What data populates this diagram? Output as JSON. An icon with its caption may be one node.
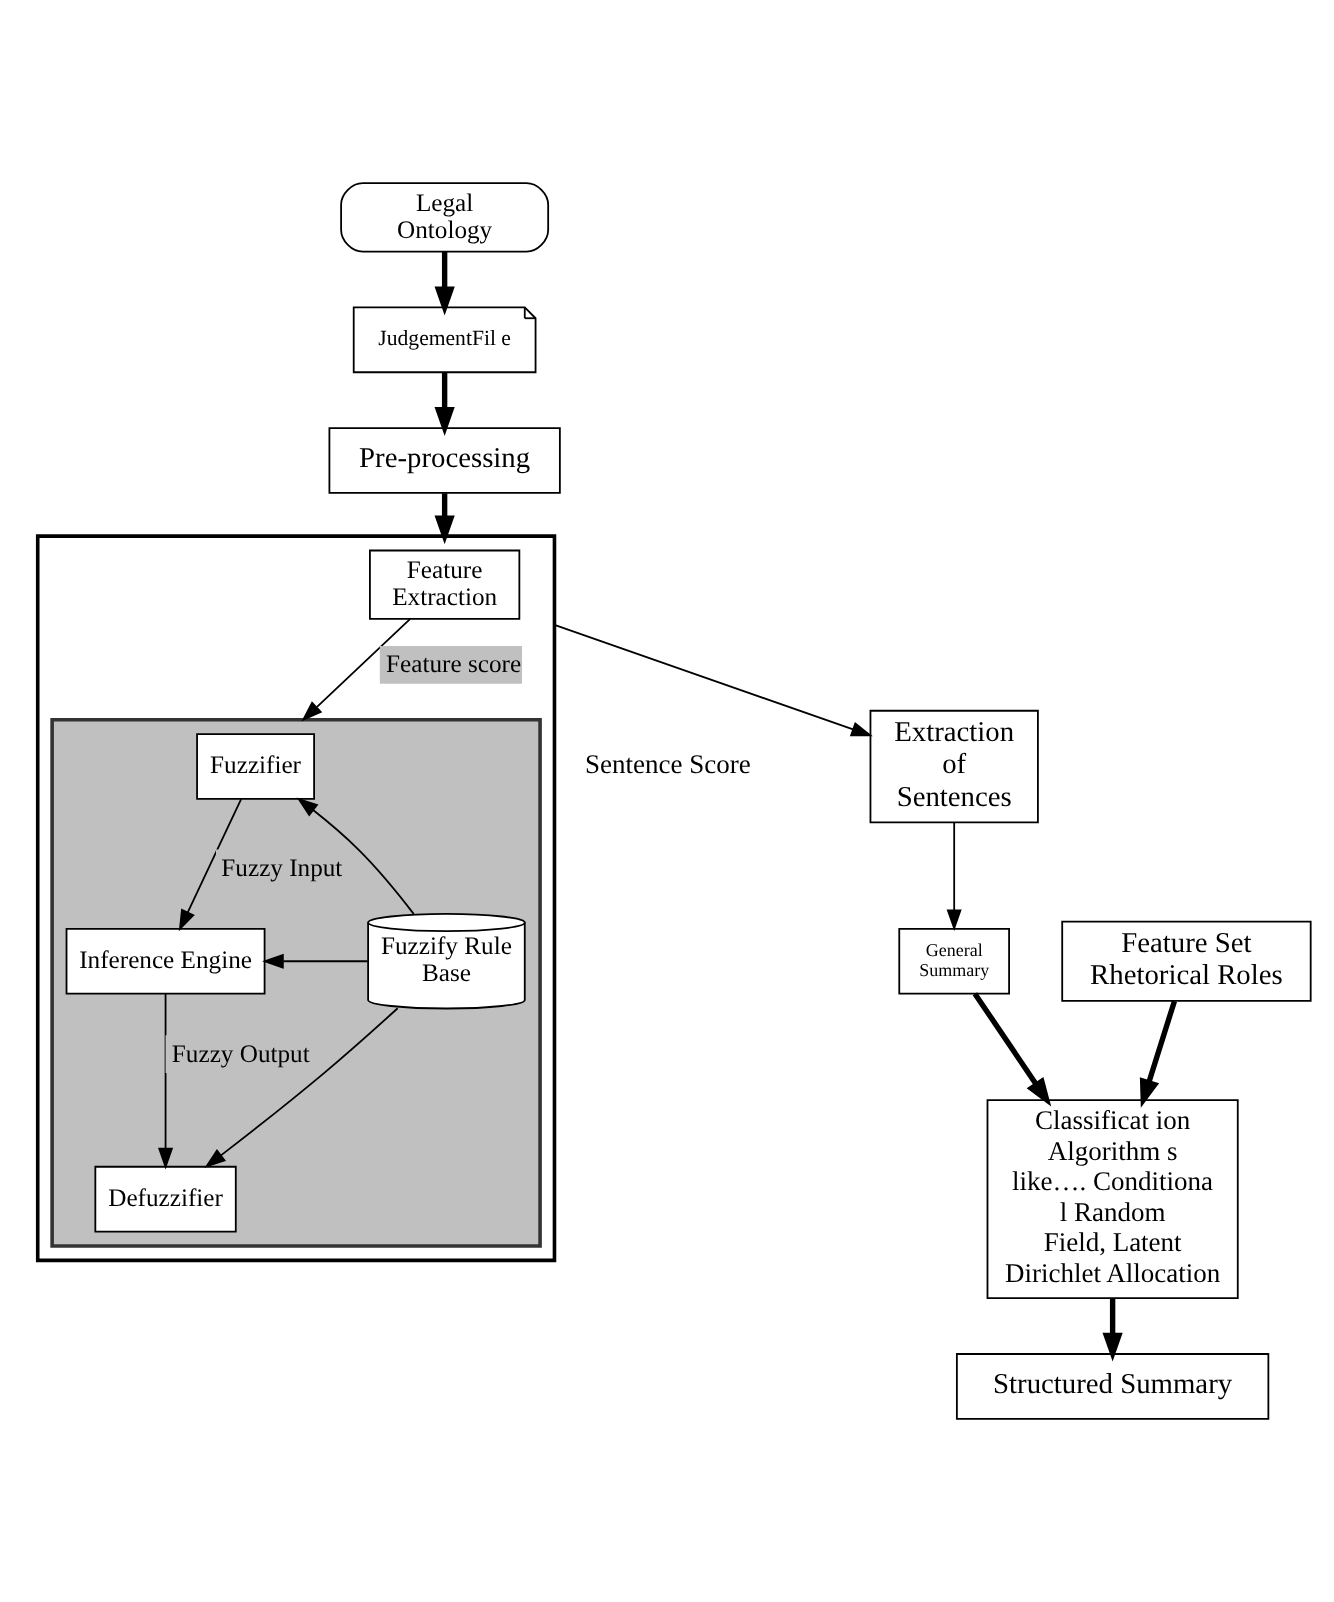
{
  "diagram": {
    "nodes": [
      {
        "text": [
          "Legal Ontology"
        ]
      },
      {
        "text": [
          "JudgementFil e"
        ]
      },
      {
        "text": [
          "Pre-processing"
        ]
      },
      {
        "text": [],
        "shape": "box"
      },
      {
        "text": [
          "Feature Extraction"
        ],
        "in": 3
      },
      {
        "text": [],
        "shape": "box",
        "in": 3
      },
      {
        "text": [
          "Fuzzifier"
        ],
        "in": 5
      },
      {
        "text": [
          "Inference Engine"
        ],
        "in": 5
      },
      {
        "text": [
          "Defuzzifier"
        ],
        "in": 5
      },
      {
        "text": [
          "Fuzzify Rule Base"
        ],
        "in": 5
      },
      {
        "text": [
          "General Summary"
        ]
      },
      {
        "text": [
          "Extraction of Sentences"
        ]
      },
      {
        "text": [
          "Feature Set Rhetorical Roles"
        ]
      },
      {
        "text": [
          "Classificat ion Algorithm s like…. Conditiona l Random Field, Latent Dirichlet Allocation"
        ]
      },
      {
        "text": [
          "Structured Summary"
        ]
      }
    ],
    "edges": [
      {
        "from": 0,
        "to": 1,
        "arrow": "to",
        "style": "thick"
      },
      {
        "from": 1,
        "to": 2,
        "arrow": "to",
        "style": "thick"
      },
      {
        "from": 2,
        "to": 3,
        "arrow": "to",
        "style": "thick"
      },
      {
        "from": 4,
        "to": 5,
        "arrow": "to",
        "label": "Feature score"
      },
      {
        "from": 6,
        "to": 7,
        "arrow": "to",
        "label": "Fuzzy Input"
      },
      {
        "from": 7,
        "to": 8,
        "arrow": "to",
        "label": "Fuzzy Output"
      },
      {
        "from": 9,
        "to": 6,
        "arrow": "to"
      },
      {
        "from": 9,
        "to": 7,
        "arrow": "to"
      },
      {
        "from": 9,
        "to": 8,
        "arrow": "to"
      },
      {
        "from": 3,
        "to": 11,
        "arrow": "to"
      },
      {
        "from": 11,
        "to": 10,
        "arrow": "to"
      },
      {
        "from": 10,
        "to": 13,
        "arrow": "to",
        "style": "thick"
      },
      {
        "from": 12,
        "to": 13,
        "arrow": "to",
        "style": "thick"
      },
      {
        "from": 13,
        "to": 14,
        "arrow": "to",
        "style": "thick"
      }
    ],
    "labels": [
      "Sentence Score"
    ]
  }
}
